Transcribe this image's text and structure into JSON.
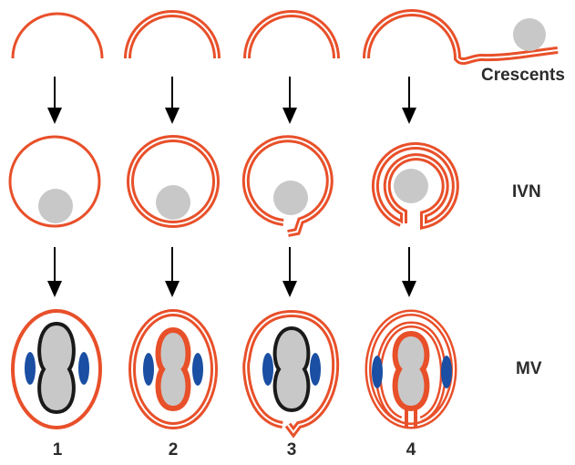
{
  "row_labels": {
    "crescents": "Crescents",
    "ivn": "IVN",
    "mv": "MV"
  },
  "column_labels": [
    "1",
    "2",
    "3",
    "4"
  ],
  "colors": {
    "membrane": "#e8502a",
    "membrane_inner": "#ffffff",
    "parasite": "#c8c8c8",
    "vacuole_outline": "#1a1a1a",
    "organelle": "#1a4fa3",
    "arrow": "#000000"
  }
}
